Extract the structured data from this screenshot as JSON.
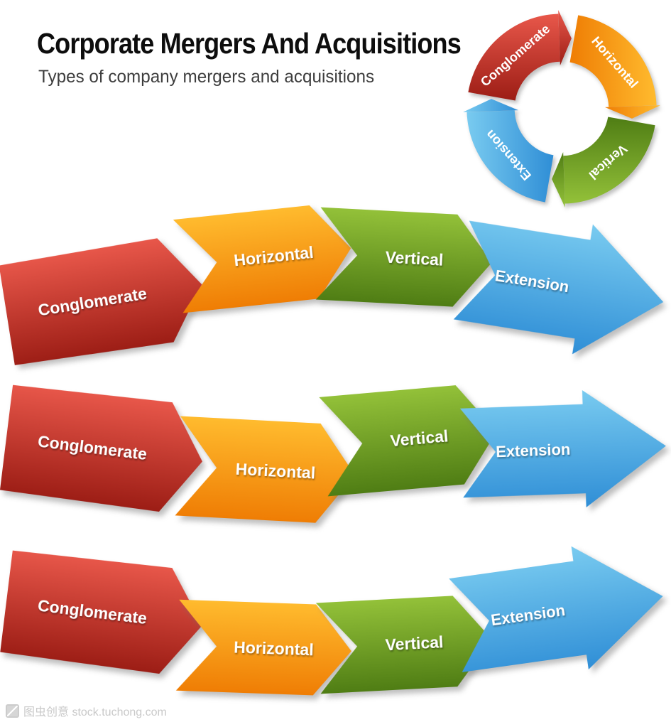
{
  "title": "Corporate Mergers And Acquisitions",
  "subtitle": "Types of company mergers and acquisitions",
  "watermark": "图虫创意 stock.tuchong.com",
  "colors": {
    "red-top": "#e8574a",
    "red-bottom": "#9c1d15",
    "orange-top": "#ffbb2e",
    "orange-bottom": "#ef7d04",
    "green-top": "#93c139",
    "green-bottom": "#4f7d14",
    "blue-top": "#79cbf0",
    "blue-bottom": "#2f8ed6"
  },
  "donut": {
    "segments": [
      {
        "label": "Conglomerate",
        "color": "#c32a22"
      },
      {
        "label": "Horizontal",
        "color": "#f89b1c"
      },
      {
        "label": "Vertical",
        "color": "#6f9c24"
      },
      {
        "label": "Extension",
        "color": "#3d9bd9"
      }
    ]
  },
  "rows": [
    {
      "segments": [
        {
          "label": "Conglomerate",
          "color": "red"
        },
        {
          "label": "Horizontal",
          "color": "orange"
        },
        {
          "label": "Vertical",
          "color": "green"
        },
        {
          "label": "Extension",
          "color": "blue"
        }
      ]
    },
    {
      "segments": [
        {
          "label": "Conglomerate",
          "color": "red"
        },
        {
          "label": "Horizontal",
          "color": "orange"
        },
        {
          "label": "Vertical",
          "color": "green"
        },
        {
          "label": "Extension",
          "color": "blue"
        }
      ]
    },
    {
      "segments": [
        {
          "label": "Conglomerate",
          "color": "red"
        },
        {
          "label": "Horizontal",
          "color": "orange"
        },
        {
          "label": "Vertical",
          "color": "green"
        },
        {
          "label": "Extension",
          "color": "blue"
        }
      ]
    }
  ]
}
